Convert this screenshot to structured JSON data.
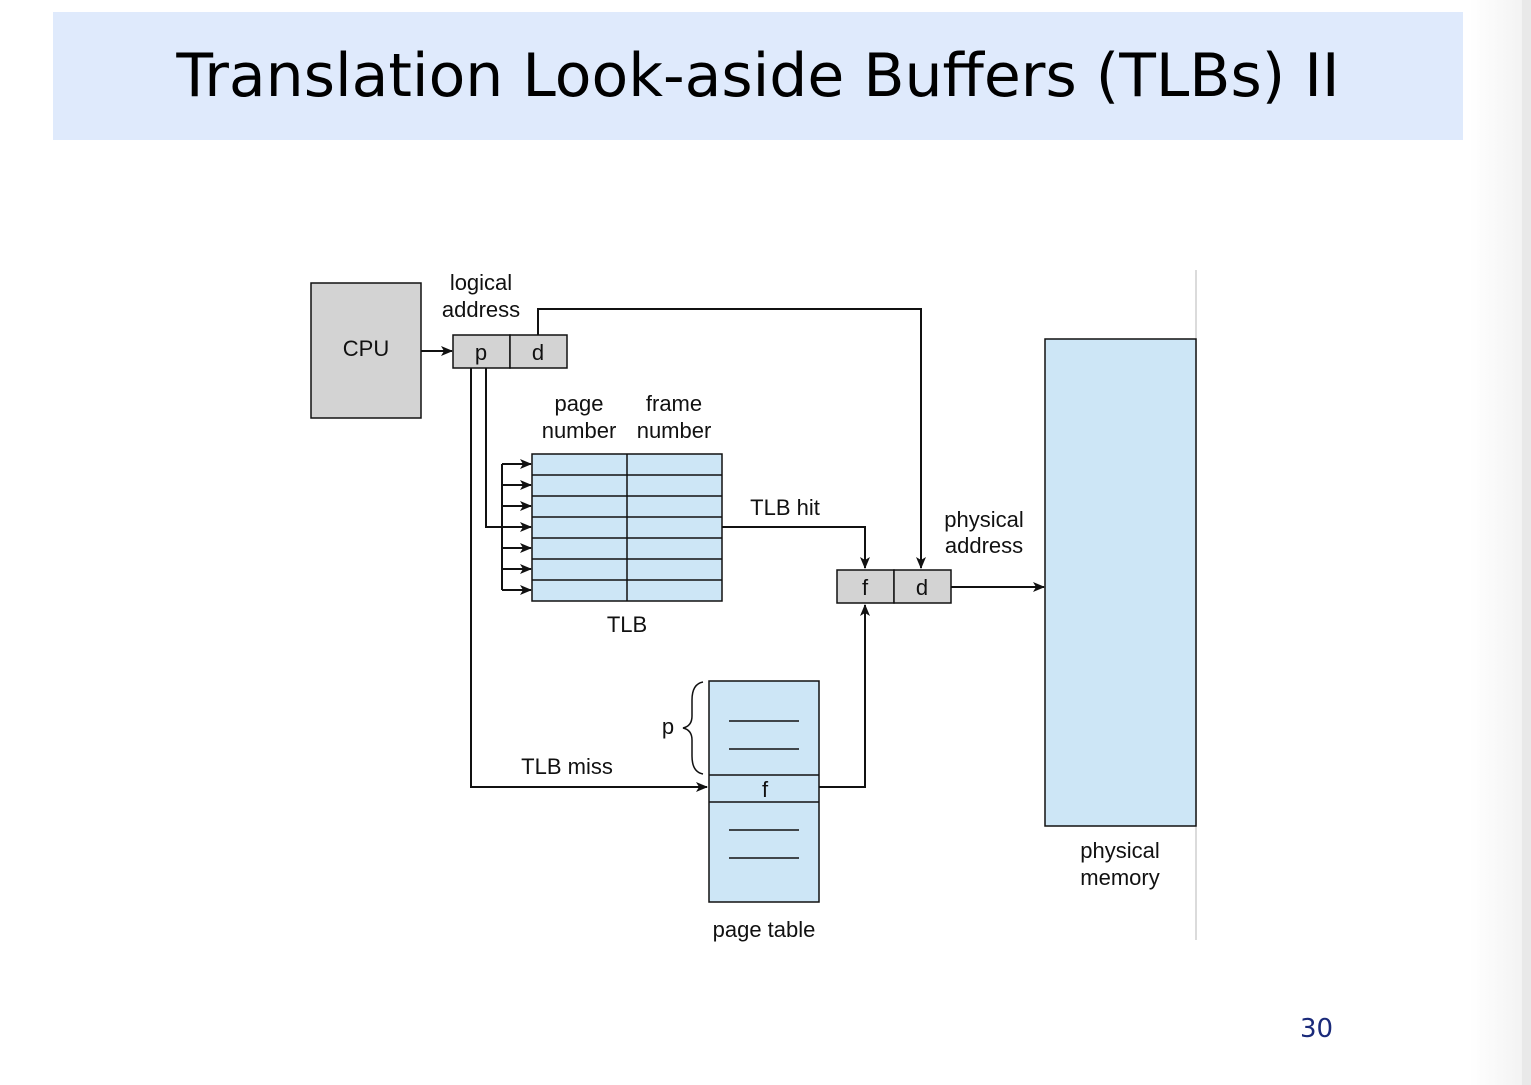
{
  "slide": {
    "title": "Translation Look-aside Buffers (TLBs) II",
    "page_number": "30"
  },
  "diagram": {
    "cpu_label": "CPU",
    "logical_address_label": [
      "logical",
      "address"
    ],
    "logical_p": "p",
    "logical_d": "d",
    "tlb_header_page": [
      "page",
      "number"
    ],
    "tlb_header_frame": [
      "frame",
      "number"
    ],
    "tlb_label": "TLB",
    "tlb_hit_label": "TLB hit",
    "tlb_miss_label": "TLB miss",
    "physical_address_label": [
      "physical",
      "address"
    ],
    "physical_f": "f",
    "physical_d": "d",
    "page_table_p": "p",
    "page_table_f": "f",
    "page_table_label": "page table",
    "physical_memory_label": [
      "physical",
      "memory"
    ]
  },
  "colors": {
    "title_band": "#dfeafc",
    "light_blue_fill": "#cde6f6",
    "grey_fill": "#d3d3d3",
    "page_number": "#1a2a7a"
  }
}
